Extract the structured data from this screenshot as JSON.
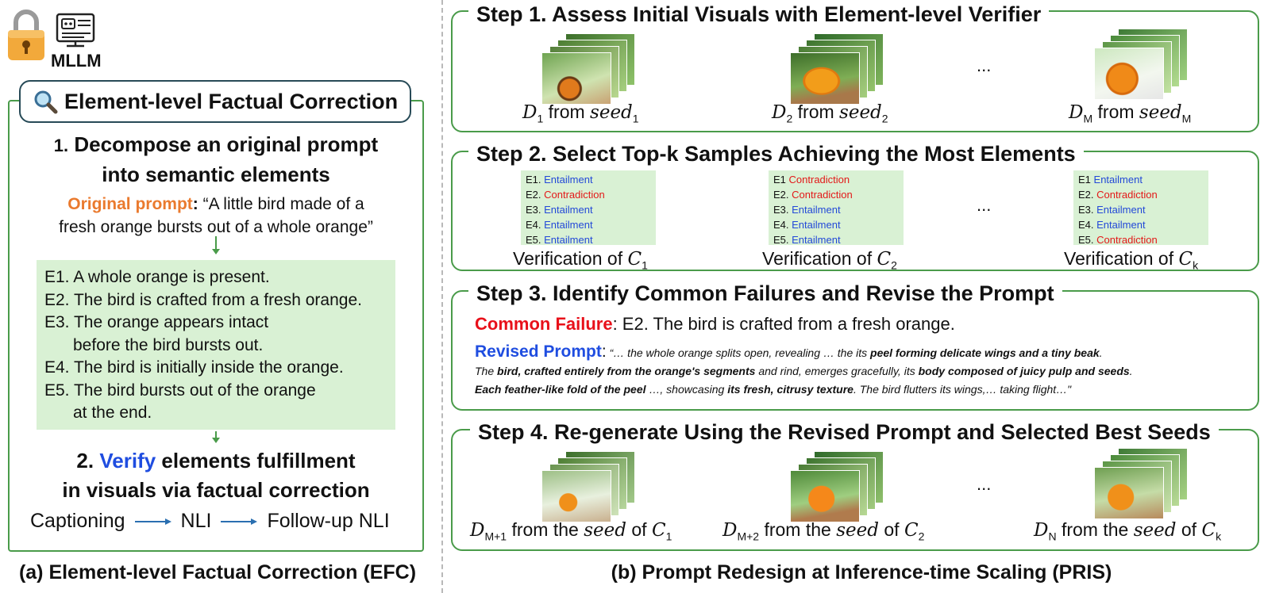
{
  "header": {
    "mllm_label": "MLLM"
  },
  "left": {
    "efc_title": "Element-level Factual Correction",
    "step1_num": "1.",
    "step1_title_line1": "Decompose an original prompt",
    "step1_title_line2": "into semantic elements",
    "original_prompt_label": "Original prompt",
    "original_prompt_text_line1": "“A little bird made of a",
    "original_prompt_text_line2": "fresh orange bursts out of a whole orange”",
    "elements": [
      "E1. A whole orange is present.",
      "E2. The bird is crafted from a fresh orange.",
      "E3. The orange appears intact",
      "before the bird bursts out.",
      "E4. The bird is initially inside the orange.",
      "E5. The bird bursts out of the orange",
      "at the end."
    ],
    "step2_num": "2.",
    "step2_verify": "Verify",
    "step2_rest_line1": "elements fulfillment",
    "step2_line2": "in visuals via factual correction",
    "pipeline": [
      "Captioning",
      "NLI",
      "Follow-up NLI"
    ],
    "caption": "(a) Element-level Factual Correction (EFC)"
  },
  "right": {
    "step1": {
      "title": "Step 1. Assess Initial Visuals with Element-level Verifier",
      "ellipsis": "...",
      "captions": [
        {
          "d": "D",
          "dsub": "1",
          "from": "from",
          "seed": "seed",
          "sub": "1"
        },
        {
          "d": "D",
          "dsub": "2",
          "from": "from",
          "seed": "seed",
          "sub": "2"
        },
        {
          "d": "D",
          "dsub": "M",
          "from": "from",
          "seed": "seed",
          "sub": "M"
        }
      ]
    },
    "step2": {
      "title": "Step 2. Select Top-k Samples Achieving the Most Elements",
      "ellipsis": "...",
      "boxes": [
        [
          [
            "E1.",
            "Entailment"
          ],
          [
            "E2.",
            "Contradiction"
          ],
          [
            "E3.",
            "Entailment"
          ],
          [
            "E4.",
            "Entailment"
          ],
          [
            "E5.",
            "Entailment"
          ]
        ],
        [
          [
            "E1",
            "Contradiction"
          ],
          [
            "E2.",
            "Contradiction"
          ],
          [
            "E3.",
            "Entailment"
          ],
          [
            "E4.",
            "Entailment"
          ],
          [
            "E5.",
            "Entailment"
          ]
        ],
        [
          [
            "E1",
            "Entailment"
          ],
          [
            "E2.",
            "Contradiction"
          ],
          [
            "E3.",
            "Entailment"
          ],
          [
            "E4.",
            "Entailment"
          ],
          [
            "E5.",
            "Contradiction"
          ]
        ]
      ],
      "verification_label": "Verification of",
      "c_labels": [
        {
          "c": "C",
          "sub": "1"
        },
        {
          "c": "C",
          "sub": "2"
        },
        {
          "c": "C",
          "sub": "k"
        }
      ]
    },
    "step3": {
      "title": "Step 3. Identify Common Failures and Revise the Prompt",
      "failure_label": "Common Failure",
      "failure_text": ": E2. The bird is crafted from a fresh orange.",
      "revised_label": "Revised Prompt",
      "revised_parts": [
        "“… the whole orange splits open, revealing … the its ",
        "peel forming delicate wings and a tiny beak",
        ".",
        "The ",
        "bird, crafted entirely from the orange's segments",
        " and rind, emerges gracefully, its ",
        "body composed of juicy pulp and seeds",
        ".",
        "Each feather-like fold of the peel",
        " …, showcasing ",
        "its fresh, citrusy texture",
        ". The bird flutters its wings,… taking flight…\""
      ]
    },
    "step4": {
      "title": "Step 4. Re-generate Using the Revised Prompt and Selected Best Seeds",
      "ellipsis": "...",
      "captions": [
        {
          "d": "D",
          "dsub": "M+1",
          "from": "from the",
          "seed": "seed",
          "of": "of",
          "c": "C",
          "csub": "1"
        },
        {
          "d": "D",
          "dsub": "M+2",
          "from": "from the",
          "seed": "seed",
          "of": "of",
          "c": "C",
          "csub": "2"
        },
        {
          "d": "D",
          "dsub": "N",
          "from": "from the",
          "seed": "seed",
          "of": "of",
          "c": "C",
          "csub": "k"
        }
      ]
    },
    "caption": "(b) Prompt Redesign at Inference-time Scaling (PRIS)"
  },
  "colors": {
    "green_border": "#4a9b4a",
    "panel_fill": "#d9f1d4",
    "entailment": "#2349d8",
    "contradiction": "#e31818",
    "orange": "#ea7a2e"
  }
}
